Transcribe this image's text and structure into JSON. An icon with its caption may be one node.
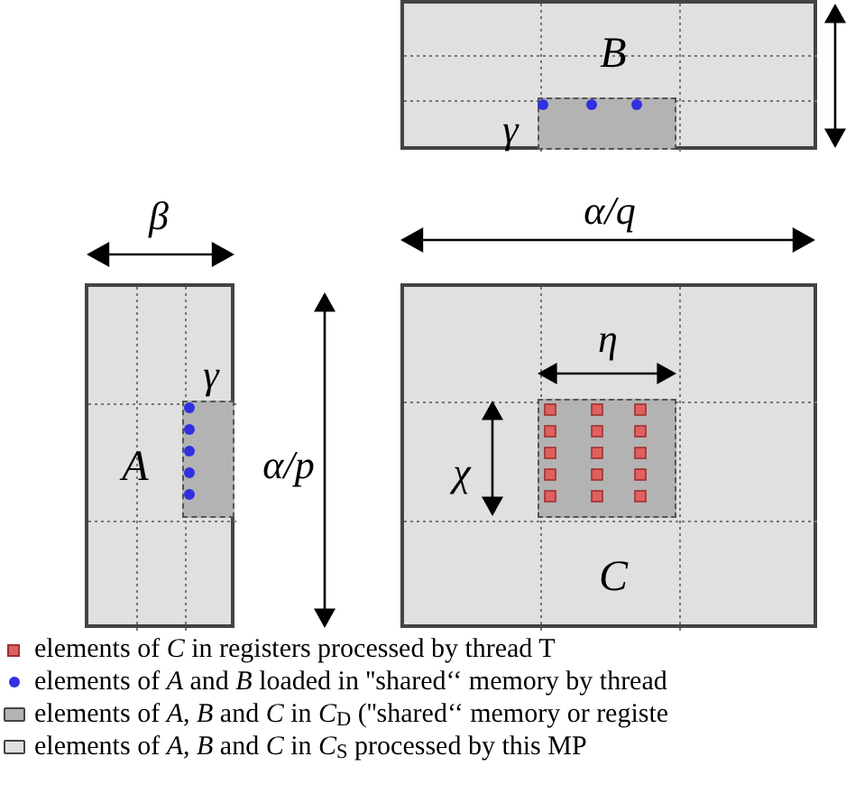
{
  "diagram": {
    "nodes": [
      {
        "text": [
          "B"
        ]
      },
      {
        "text": [],
        "shape": "box",
        "in": 0
      },
      {
        "text": [
          "A"
        ]
      },
      {
        "text": [],
        "shape": "box",
        "in": 2
      },
      {
        "text": [
          "C"
        ]
      },
      {
        "text": [],
        "shape": "box",
        "in": 4
      }
    ],
    "labels": [
      "α/q",
      "β",
      "γ",
      "γ",
      "η",
      "α/p",
      "χ"
    ],
    "legend": [
      {
        "text": "elements of *C* in registers processed by thread T",
        "color": "#e06060"
      },
      {
        "text": "elements of *A* and *B* loaded in ''shared‘‘ memory by thread",
        "color": "#3030e0"
      },
      {
        "text": "elements of *A*, *B* and *C* in *C*$_{D}$ (''shared‘‘ memory or registe",
        "color": "#b3b3b3"
      },
      {
        "text": "elements of *A*, *B* and *C* in *C*$_{S}$ processed by this MP",
        "color": "#e0e0e0"
      }
    ]
  }
}
